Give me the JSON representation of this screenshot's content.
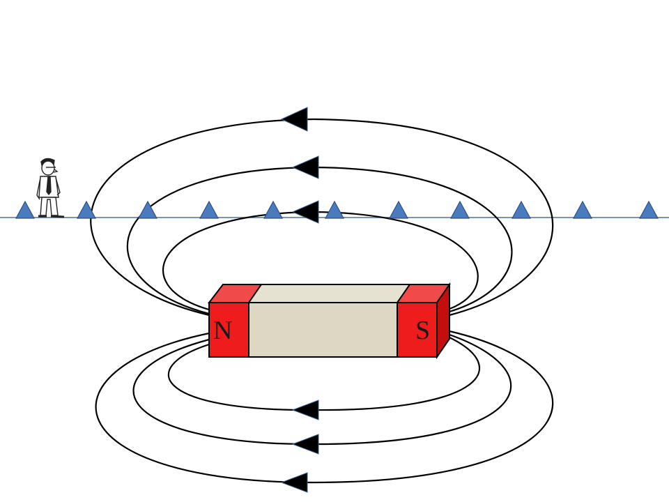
{
  "diagram": {
    "magnet": {
      "north_label": "N",
      "south_label": "S",
      "pole_color": "#ee1c1c",
      "pole_top_color": "#f04a4a",
      "pole_side_color": "#c40d0d",
      "body_color": "#ddd8c4",
      "body_top_color": "#e6e2d1"
    },
    "field_lines": {
      "color": "#000000",
      "arrow_color": "#000000",
      "arrow_outline": "#3a5f8a"
    },
    "ground": {
      "color": "#4a6f9a"
    },
    "markers": {
      "count": 11,
      "color": "#4a7bbf",
      "outline": "#2e4f7c"
    },
    "figure": {
      "icon": "standing-man-icon"
    }
  }
}
